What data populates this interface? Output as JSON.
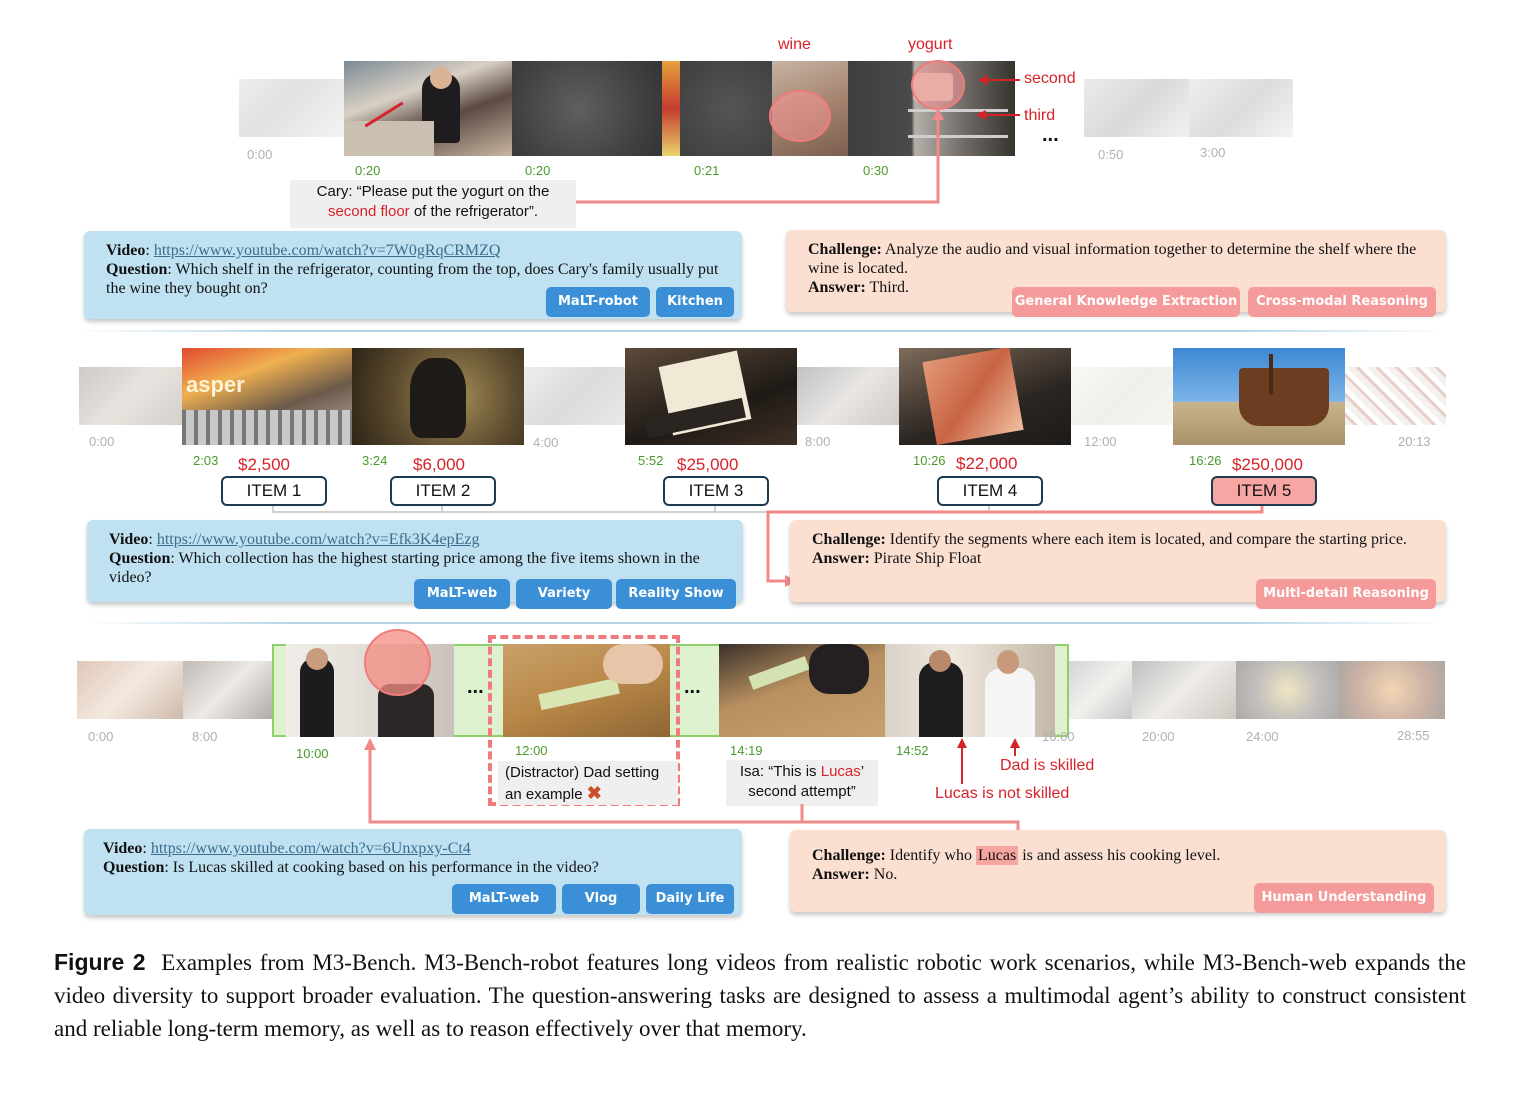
{
  "colors": {
    "accent_red": "#d8222a",
    "timestamp_green": "#4a9a2a",
    "panel_blue": "#bfe1f2",
    "panel_peach": "#fbe0d2",
    "tag_blue": "#3b8fd6",
    "tag_pink": "#f59a9a"
  },
  "row1": {
    "timestamps": [
      "0:00",
      "0:20",
      "0:20",
      "0:21",
      "0:30",
      "0:50",
      "3:00"
    ],
    "ellipsis": "...",
    "labels": {
      "wine": "wine",
      "yogurt": "yogurt",
      "second": "second",
      "third": "third"
    },
    "quote": {
      "pre": "Cary: “Please put the yogurt on the",
      "red": "second floor",
      "post": "of the refrigerator”."
    },
    "video": {
      "video_label": "Video",
      "video_url": "https://www.youtube.com/watch?v=7W0gRqCRMZQ",
      "question_label": "Question",
      "question": "Which shelf in the refrigerator, counting from the top, does Cary's family usually put the wine they bought on?",
      "tags": [
        "MaLT-robot",
        "Kitchen"
      ]
    },
    "challenge": {
      "challenge_label": "Challenge:",
      "challenge": "Analyze the audio and visual information together to determine the shelf where the wine is located.",
      "answer_label": "Answer:",
      "answer": "Third.",
      "tags": [
        "General Knowledge Extraction",
        "Cross-modal Reasoning"
      ]
    }
  },
  "row2": {
    "timestamps": [
      "0:00",
      "2:03",
      "3:24",
      "4:00",
      "5:52",
      "8:00",
      "10:26",
      "12:00",
      "16:26",
      "20:13"
    ],
    "prices": [
      "$2,500",
      "$6,000",
      "$25,000",
      "$22,000",
      "$250,000"
    ],
    "items": [
      "ITEM 1",
      "ITEM 2",
      "ITEM 3",
      "ITEM 4",
      "ITEM 5"
    ],
    "video": {
      "video_label": "Video",
      "video_url": "https://www.youtube.com/watch?v=Efk3K4epEzg",
      "question_label": "Question",
      "question": "Which collection has the highest starting price among the five items shown in the video?",
      "tags": [
        "MaLT-web",
        "Variety",
        "Reality Show"
      ]
    },
    "challenge": {
      "challenge_label": "Challenge:",
      "challenge": "Identify the segments where each item is located, and compare the starting price.",
      "answer_label": "Answer:",
      "answer": "Pirate Ship Float",
      "tags": [
        "Multi-detail Reasoning"
      ]
    }
  },
  "row3": {
    "timestamps": [
      "0:00",
      "8:00",
      "10:00",
      "12:00",
      "14:19",
      "14:52",
      "16:00",
      "20:00",
      "24:00",
      "28:55"
    ],
    "ellipsis": "...",
    "distractor": {
      "line1": "(Distractor) Dad setting",
      "line2": "an example"
    },
    "isa_quote": {
      "pre": "Isa: “This is",
      "red": "Lucas",
      "post": "’",
      "line2": "second attempt”"
    },
    "labels": {
      "dad": "Dad is skilled",
      "lucas": "Lucas is not skilled"
    },
    "video": {
      "video_label": "Video",
      "video_url": "https://www.youtube.com/watch?v=6Unxpxy-Ct4",
      "question_label": "Question",
      "question": "Is Lucas skilled at cooking based on his performance in the video?",
      "tags": [
        "MaLT-web",
        "Vlog",
        "Daily Life"
      ]
    },
    "challenge": {
      "challenge_label": "Challenge:",
      "challenge_pre": "Identify who",
      "challenge_hl": "Lucas",
      "challenge_post": "is and assess his cooking level.",
      "answer_label": "Answer:",
      "answer": "No.",
      "tags": [
        "Human Understanding"
      ]
    }
  },
  "caption": {
    "figure_label": "Figure 2",
    "text": "Examples from M3-Bench. M3-Bench-robot features long videos from realistic robotic work scenarios, while M3-Bench-web expands the video diversity to support broader evaluation. The question-answering tasks are designed to assess a multimodal agent’s ability to construct consistent and reliable long-term memory, as well as to reason effectively over that memory."
  }
}
